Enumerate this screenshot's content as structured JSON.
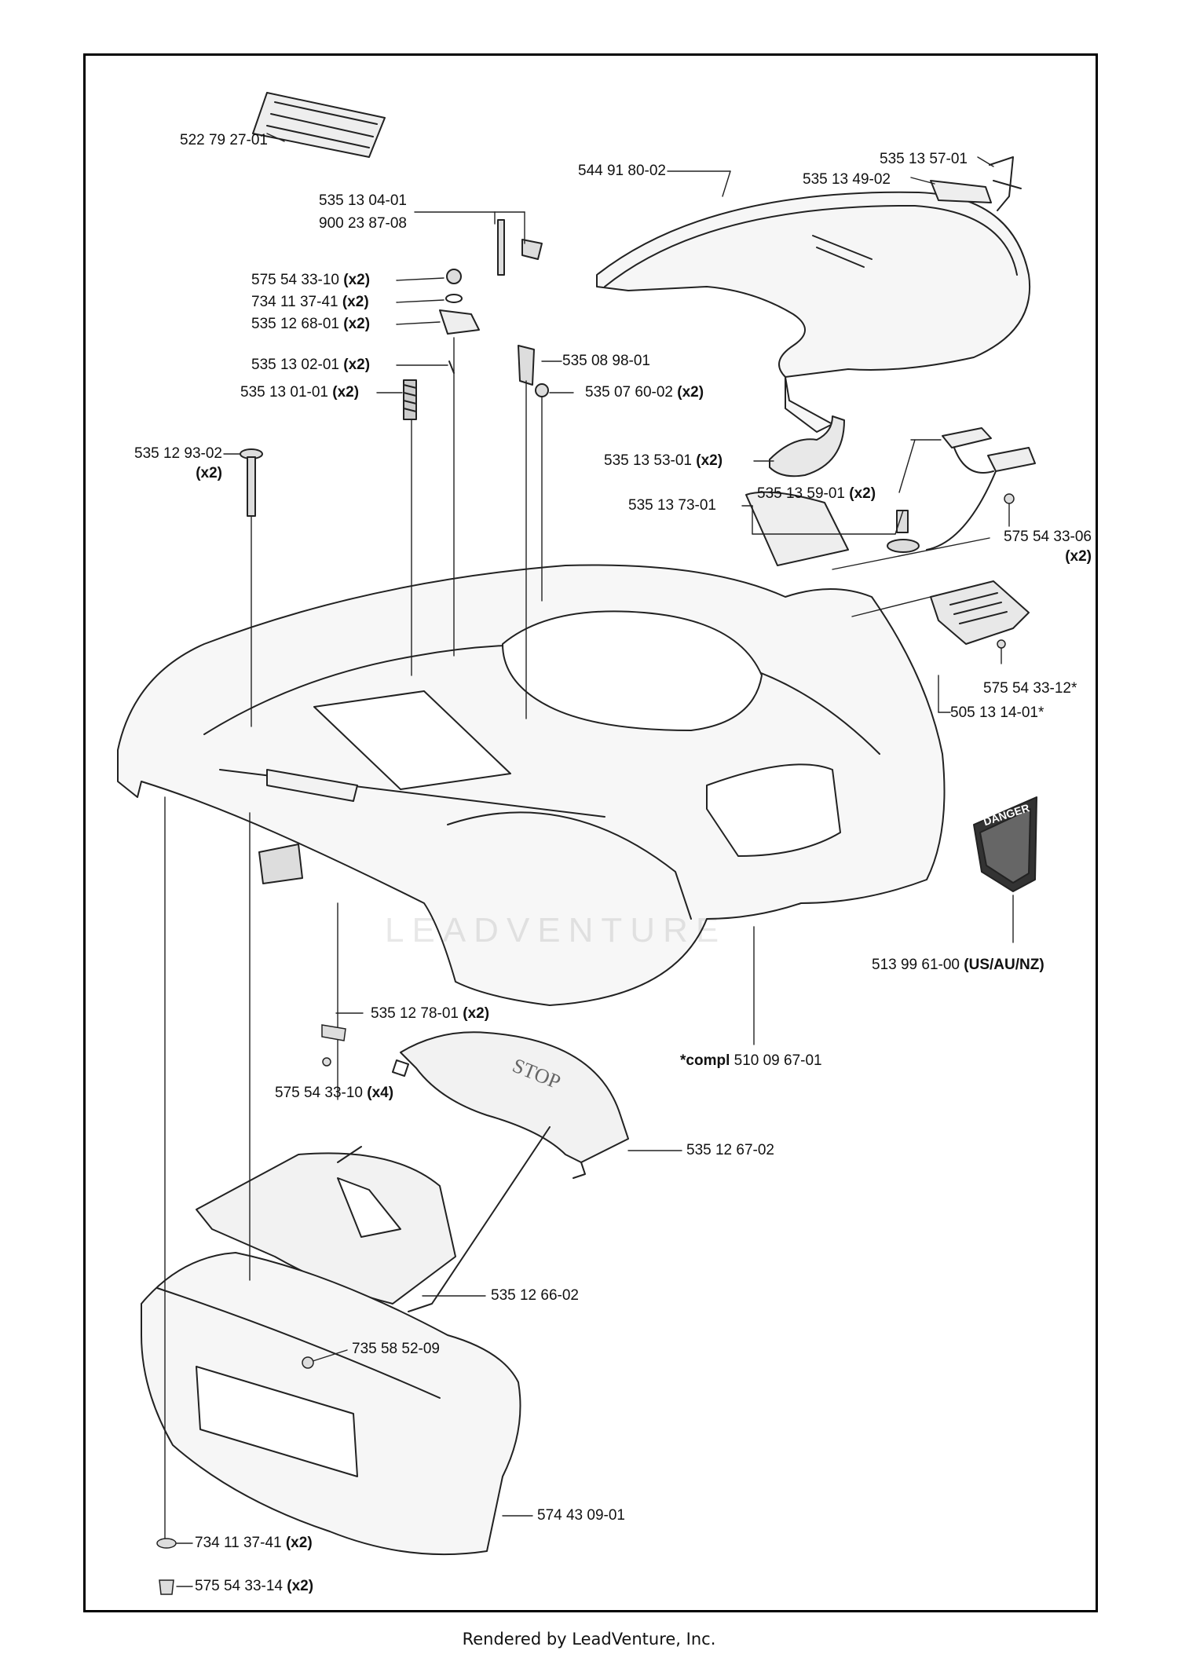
{
  "labels": {
    "p522792701": "522 79 27-01",
    "p544918002": "544 91 80-02",
    "p535135701": "535 13 57-01",
    "p535134902": "535 13 49-02",
    "p535130401": "535 13 04-01",
    "p900238708": "900 23 87-08",
    "p575543310a": "575 54 33-10",
    "p734113741a": "734 11 37-41",
    "p535126801": "535 12 68-01",
    "p535089801": "535 08 98-01",
    "p535130201": "535 13 02-01",
    "p535130101": "535 13 01-01",
    "p535076002": "535 07 60-02",
    "p535129302": "535 12 93-02",
    "p535135301": "535 13 53-01",
    "p535137301": "535 13 73-01",
    "p535135901": "535 13 59-01",
    "p575543306": "575 54 33-06",
    "p575543312": "575 54 33-12*",
    "p505131401": "505 13 14-01*",
    "p513996100": "513 99 61-00",
    "p513996100_region": "(US/AU/NZ)",
    "p510096701_prefix": "*compl",
    "p510096701": "510 09 67-01",
    "p535127801": "535 12 78-01",
    "p575543310b": "575 54 33-10",
    "p535126702": "535 12 67-02",
    "p535126602": "535 12 66-02",
    "p735585209": "735 58 52-09",
    "p574430901": "574 43 09-01",
    "p734113741b": "734 11 37-41",
    "p575543314": "575 54 33-14"
  },
  "qty": {
    "x2": "(x2)",
    "x4": "(x4)"
  },
  "decals": {
    "danger": "DANGER",
    "stop": "STOP"
  },
  "watermark": "LEADVENTURE",
  "footer": "Rendered by LeadVenture, Inc."
}
